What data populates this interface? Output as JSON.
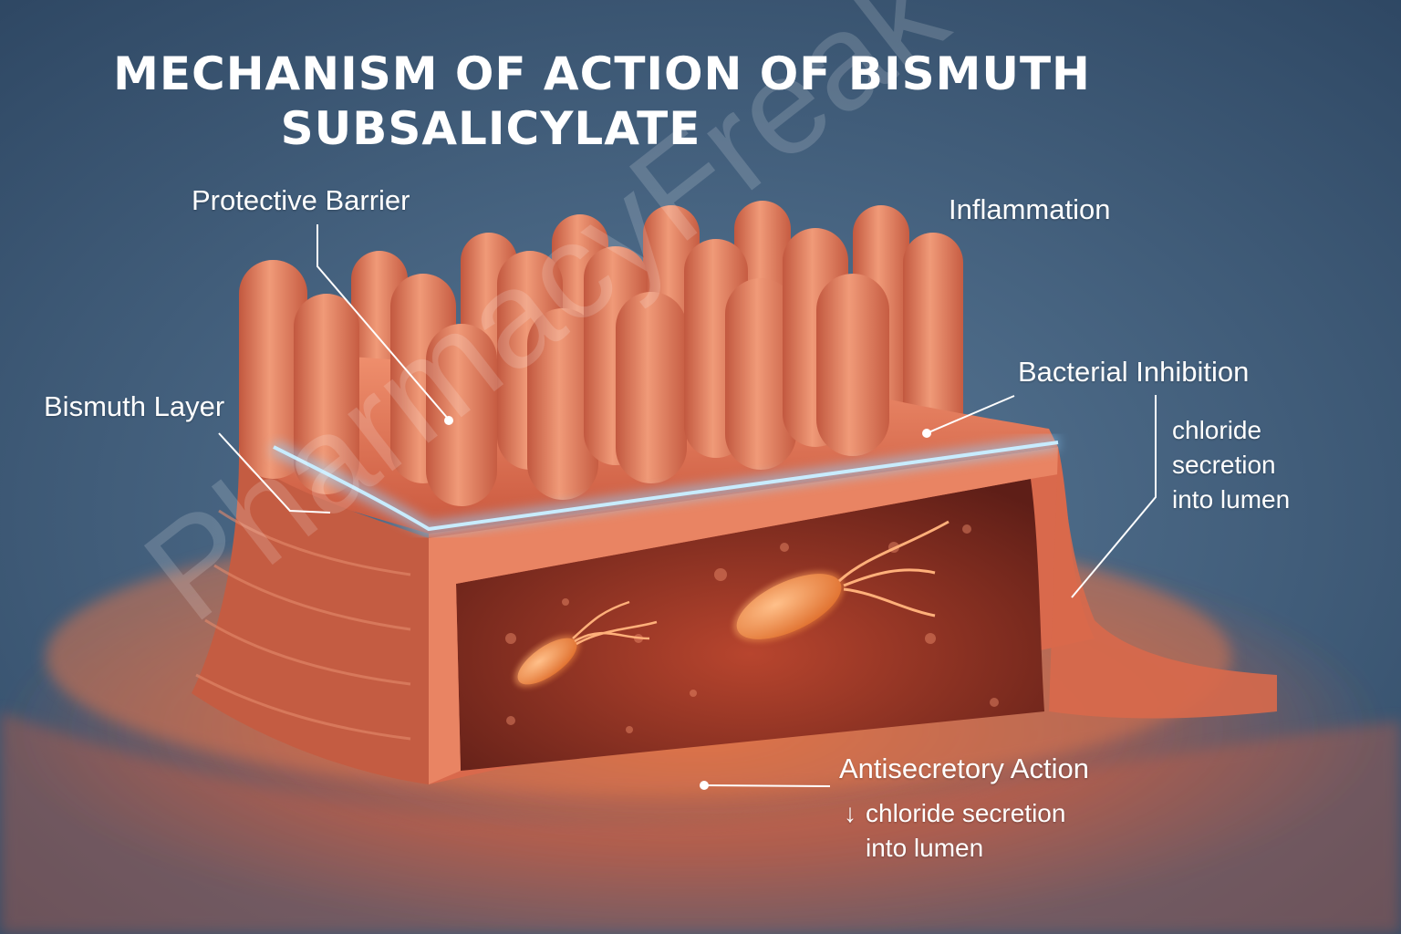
{
  "title": {
    "line1": "MECHANISM OF ACTION OF BISMUTH",
    "line2": "SUBSALICYLATE"
  },
  "labels": {
    "protective_barrier": "Protective Barrier",
    "inflammation": "Inflammation",
    "bismuth_layer": "Bismuth Layer",
    "bacterial_inhibition": "Bacterial Inhibition",
    "bacterial_sub": [
      "chloride",
      "secretion",
      "into lumen"
    ],
    "antisecretory_action": "Antisecretory Action",
    "antisecretory_sub_arrow": "↓",
    "antisecretory_sub": [
      "chloride secretion",
      "into lumen"
    ]
  },
  "watermark": "PharmacyFreak",
  "colors": {
    "background": "#3e5d7e",
    "tissue": "#e8795a",
    "tissue_dark": "#c0533a",
    "barrier_glow": "#8fd2ff",
    "bacteria": "#f08a4a",
    "text": "#ffffff"
  }
}
